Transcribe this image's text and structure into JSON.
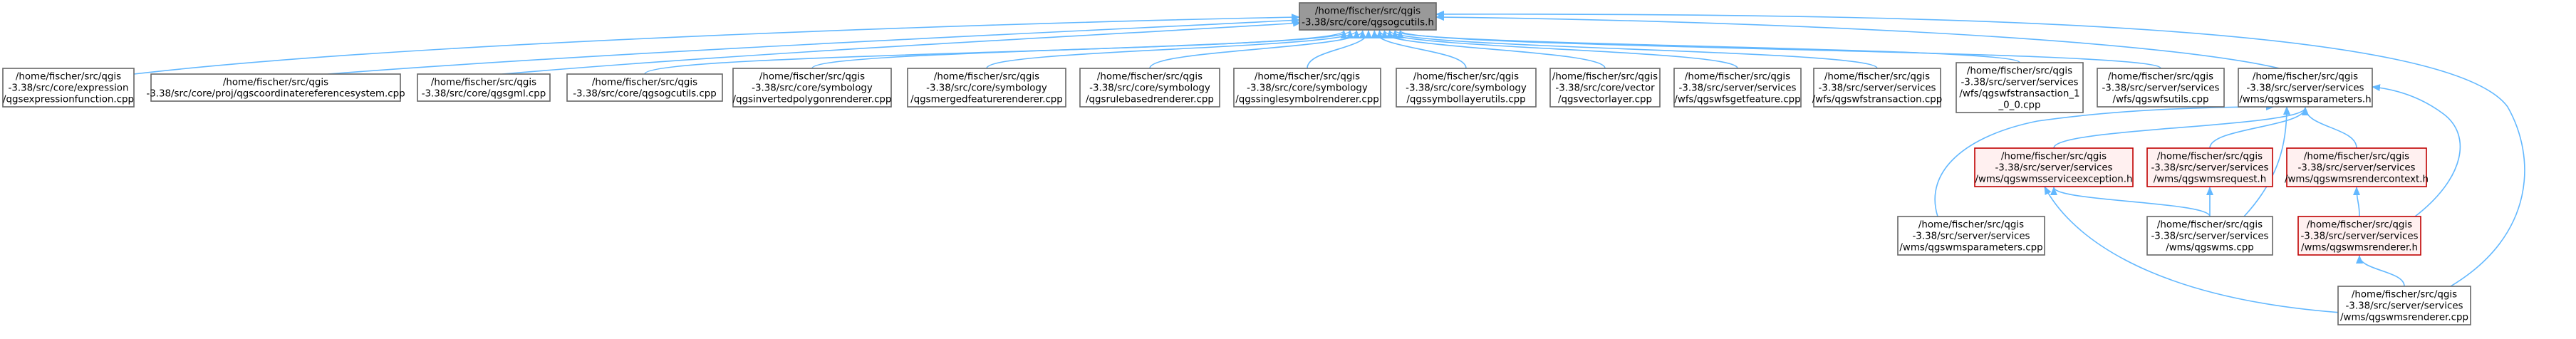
{
  "graph": {
    "nodes": [
      {
        "id": "qgsogcutils_h",
        "style": "root",
        "lines": [
          "/home/fischer/src/qgis",
          "-3.38/src/core/qgsogcutils.h"
        ]
      },
      {
        "id": "qgsexpressionfunction_cpp",
        "style": "plain",
        "lines": [
          "/home/fischer/src/qgis",
          "-3.38/src/core/expression",
          "/qgsexpressionfunction.cpp"
        ]
      },
      {
        "id": "qgscoordinatereferencesystem_cpp",
        "style": "plain",
        "lines": [
          "/home/fischer/src/qgis",
          "-3.38/src/core/proj/qgscoordinatereferencesystem.cpp"
        ]
      },
      {
        "id": "qgsgml_cpp",
        "style": "plain",
        "lines": [
          "/home/fischer/src/qgis",
          "-3.38/src/core/qgsgml.cpp"
        ]
      },
      {
        "id": "qgsogcutils_cpp",
        "style": "plain",
        "lines": [
          "/home/fischer/src/qgis",
          "-3.38/src/core/qgsogcutils.cpp"
        ]
      },
      {
        "id": "qgsinvertedpolygonrenderer_cpp",
        "style": "plain",
        "lines": [
          "/home/fischer/src/qgis",
          "-3.38/src/core/symbology",
          "/qgsinvertedpolygonrenderer.cpp"
        ]
      },
      {
        "id": "qgsmergedfeaturerenderer_cpp",
        "style": "plain",
        "lines": [
          "/home/fischer/src/qgis",
          "-3.38/src/core/symbology",
          "/qgsmergedfeaturerenderer.cpp"
        ]
      },
      {
        "id": "qgsrulebasedrenderer_cpp",
        "style": "plain",
        "lines": [
          "/home/fischer/src/qgis",
          "-3.38/src/core/symbology",
          "/qgsrulebasedrenderer.cpp"
        ]
      },
      {
        "id": "qgssinglesymbolrenderer_cpp",
        "style": "plain",
        "lines": [
          "/home/fischer/src/qgis",
          "-3.38/src/core/symbology",
          "/qgssinglesymbolrenderer.cpp"
        ]
      },
      {
        "id": "qgssymbollayerutils_cpp",
        "style": "plain",
        "lines": [
          "/home/fischer/src/qgis",
          "-3.38/src/core/symbology",
          "/qgssymbollayerutils.cpp"
        ]
      },
      {
        "id": "qgsvectorlayer_cpp",
        "style": "plain",
        "lines": [
          "/home/fischer/src/qgis",
          "-3.38/src/core/vector",
          "/qgsvectorlayer.cpp"
        ]
      },
      {
        "id": "qgswfsgetfeature_cpp",
        "style": "plain",
        "lines": [
          "/home/fischer/src/qgis",
          "-3.38/src/server/services",
          "/wfs/qgswfsgetfeature.cpp"
        ]
      },
      {
        "id": "qgswfstransaction_cpp",
        "style": "plain",
        "lines": [
          "/home/fischer/src/qgis",
          "-3.38/src/server/services",
          "/wfs/qgswfstransaction.cpp"
        ]
      },
      {
        "id": "qgswfstransaction_1_0_0_cpp",
        "style": "plain",
        "lines": [
          "/home/fischer/src/qgis",
          "-3.38/src/server/services",
          "/wfs/qgswfstransaction_1",
          "_0_0.cpp"
        ]
      },
      {
        "id": "qgswfsutils_cpp",
        "style": "plain",
        "lines": [
          "/home/fischer/src/qgis",
          "-3.38/src/server/services",
          "/wfs/qgswfsutils.cpp"
        ]
      },
      {
        "id": "qgswmsparameters_h",
        "style": "plain",
        "lines": [
          "/home/fischer/src/qgis",
          "-3.38/src/server/services",
          "/wms/qgswmsparameters.h"
        ]
      },
      {
        "id": "qgswmsserviceexception_h",
        "style": "red",
        "lines": [
          "/home/fischer/src/qgis",
          "-3.38/src/server/services",
          "/wms/qgswmsserviceexception.h"
        ]
      },
      {
        "id": "qgswmsrequest_h",
        "style": "red",
        "lines": [
          "/home/fischer/src/qgis",
          "-3.38/src/server/services",
          "/wms/qgswmsrequest.h"
        ]
      },
      {
        "id": "qgswmsrendercontext_h",
        "style": "red",
        "lines": [
          "/home/fischer/src/qgis",
          "-3.38/src/server/services",
          "/wms/qgswmsrendercontext.h"
        ]
      },
      {
        "id": "qgswmsparameters_cpp",
        "style": "plain",
        "lines": [
          "/home/fischer/src/qgis",
          "-3.38/src/server/services",
          "/wms/qgswmsparameters.cpp"
        ]
      },
      {
        "id": "qgswms_cpp",
        "style": "plain",
        "lines": [
          "/home/fischer/src/qgis",
          "-3.38/src/server/services",
          "/wms/qgswms.cpp"
        ]
      },
      {
        "id": "qgswmsrenderer_h",
        "style": "red",
        "lines": [
          "/home/fischer/src/qgis",
          "-3.38/src/server/services",
          "/wms/qgswmsrenderer.h"
        ]
      },
      {
        "id": "qgswmsrenderer_cpp",
        "style": "plain",
        "lines": [
          "/home/fischer/src/qgis",
          "-3.38/src/server/services",
          "/wms/qgswmsrenderer.cpp"
        ]
      }
    ],
    "edges": [
      [
        "qgsogcutils_h",
        "qgsexpressionfunction_cpp"
      ],
      [
        "qgsogcutils_h",
        "qgscoordinatereferencesystem_cpp"
      ],
      [
        "qgsogcutils_h",
        "qgsgml_cpp"
      ],
      [
        "qgsogcutils_h",
        "qgsogcutils_cpp"
      ],
      [
        "qgsogcutils_h",
        "qgsinvertedpolygonrenderer_cpp"
      ],
      [
        "qgsogcutils_h",
        "qgsmergedfeaturerenderer_cpp"
      ],
      [
        "qgsogcutils_h",
        "qgsrulebasedrenderer_cpp"
      ],
      [
        "qgsogcutils_h",
        "qgssinglesymbolrenderer_cpp"
      ],
      [
        "qgsogcutils_h",
        "qgssymbollayerutils_cpp"
      ],
      [
        "qgsogcutils_h",
        "qgsvectorlayer_cpp"
      ],
      [
        "qgsogcutils_h",
        "qgswfsgetfeature_cpp"
      ],
      [
        "qgsogcutils_h",
        "qgswfstransaction_cpp"
      ],
      [
        "qgsogcutils_h",
        "qgswfstransaction_1_0_0_cpp"
      ],
      [
        "qgsogcutils_h",
        "qgswfsutils_cpp"
      ],
      [
        "qgsogcutils_h",
        "qgswmsparameters_h"
      ],
      [
        "qgsogcutils_h",
        "qgswmsrenderer_cpp"
      ],
      [
        "qgswmsparameters_h",
        "qgswmsserviceexception_h"
      ],
      [
        "qgswmsparameters_h",
        "qgswmsrequest_h"
      ],
      [
        "qgswmsparameters_h",
        "qgswmsrendercontext_h"
      ],
      [
        "qgswmsparameters_h",
        "qgswmsparameters_cpp"
      ],
      [
        "qgswmsparameters_h",
        "qgswms_cpp"
      ],
      [
        "qgswmsparameters_h",
        "qgswmsrenderer_h"
      ],
      [
        "qgswmsserviceexception_h",
        "qgswms_cpp"
      ],
      [
        "qgswmsserviceexception_h",
        "qgswmsrenderer_cpp"
      ],
      [
        "qgswmsrequest_h",
        "qgswms_cpp"
      ],
      [
        "qgswmsrendercontext_h",
        "qgswmsrenderer_h"
      ],
      [
        "qgswmsrenderer_h",
        "qgswmsrenderer_cpp"
      ]
    ],
    "colors": {
      "edge": "#63b8ff",
      "root_fill": "#999999",
      "highlight_border": "#c00000",
      "highlight_fill": "#fff0f0",
      "node_border": "#666666"
    }
  }
}
